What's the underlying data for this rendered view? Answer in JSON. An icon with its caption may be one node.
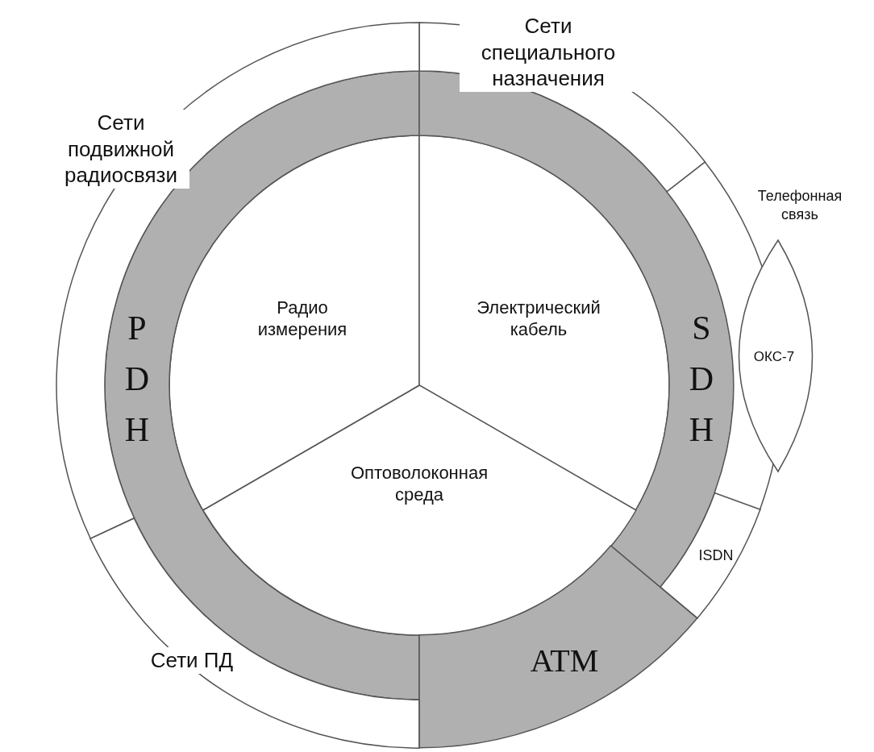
{
  "diagram": {
    "nodes": [
      {
        "text": [
          "Сети специального назначения"
        ]
      },
      {
        "text": [
          "Сети подвижной радиосвязи"
        ]
      },
      {
        "text": [
          "Телефонная связь"
        ]
      },
      {
        "text": [
          "Радио измерения"
        ]
      },
      {
        "text": [
          "Электрический кабель"
        ]
      },
      {
        "text": [
          "P D H"
        ]
      },
      {
        "text": [
          "S D H"
        ]
      },
      {
        "text": [
          "ОКС-7"
        ]
      },
      {
        "text": [
          "Оптоволоконная среда"
        ]
      },
      {
        "text": [
          "ISDN"
        ]
      },
      {
        "text": [
          "ATM"
        ]
      },
      {
        "text": [
          "Сети ПД"
        ]
      }
    ]
  }
}
